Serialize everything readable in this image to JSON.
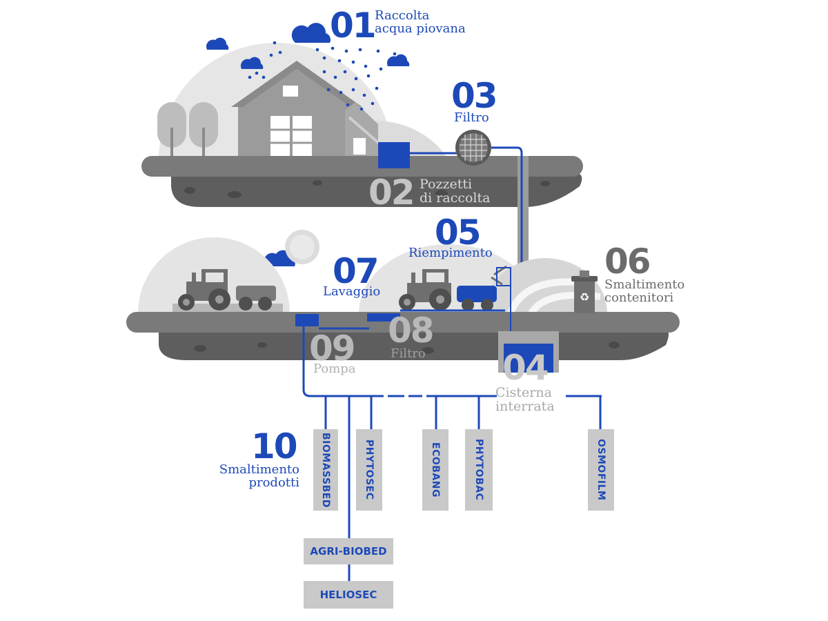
{
  "colors": {
    "accent": "#1d49b8",
    "dark_gray": "#5f5f5f",
    "mid_gray": "#9a9a9a",
    "light_gray": "#d9d9d9"
  },
  "steps": [
    {
      "num": "01",
      "text": [
        "Raccolta",
        "acqua piovana"
      ]
    },
    {
      "num": "02",
      "text": [
        "Pozzetti",
        "di raccolta"
      ]
    },
    {
      "num": "03",
      "text": [
        "Filtro"
      ]
    },
    {
      "num": "04",
      "text": [
        "Cisterna",
        "interrata"
      ]
    },
    {
      "num": "05",
      "text": [
        "Riempimento"
      ]
    },
    {
      "num": "06",
      "text": [
        "Smaltimento",
        "contenitori"
      ]
    },
    {
      "num": "07",
      "text": [
        "Lavaggio"
      ]
    },
    {
      "num": "08",
      "text": [
        "Filtro"
      ]
    },
    {
      "num": "09",
      "text": [
        "Pompa"
      ]
    },
    {
      "num": "10",
      "text": [
        "Smaltimento",
        "prodotti"
      ]
    }
  ],
  "products": [
    "BIOMASSBED",
    "PHYTOSEC",
    "ECOBANG",
    "PHYTOBAC",
    "OSMOFILM",
    "AGRI-BIOBED",
    "HELIOSEC"
  ],
  "icons": [
    "cloud-icon",
    "rain-icon",
    "house-icon",
    "tree-icon",
    "filter-icon",
    "tractor-icon",
    "sun-icon",
    "recycle-bin-icon",
    "tank-icon"
  ]
}
